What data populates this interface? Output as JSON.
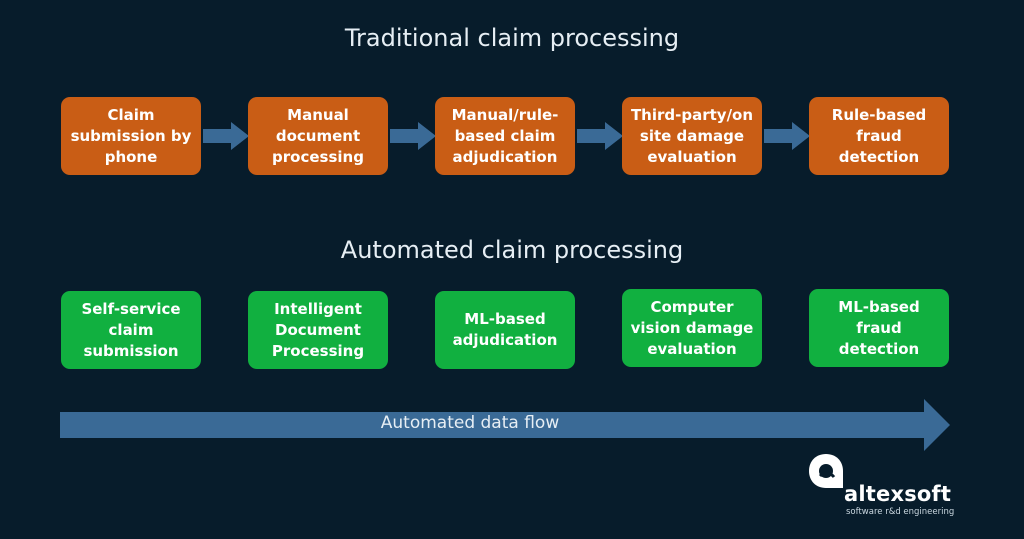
{
  "traditional": {
    "title": "Traditional claim processing",
    "steps": [
      "Claim\nsubmission by\nphone",
      "Manual\ndocument\nprocessing",
      "Manual/rule-\nbased claim\nadjudication",
      "Third-party/on\nsite damage\nevaluation",
      "Rule-based\nfraud detection"
    ]
  },
  "automated": {
    "title": "Automated claim processing",
    "steps": [
      "Self-service\nclaim\nsubmission",
      "Intelligent\nDocument\nProcessing",
      "ML-based\nadjudication",
      "Computer\nvision damage\nevaluation",
      "ML-based\nfraud detection"
    ]
  },
  "flow": {
    "label": "Automated data flow"
  },
  "brand": {
    "name": "altexsoft",
    "tagline": "software r&d engineering"
  },
  "colors": {
    "background": "#071c2b",
    "traditional_box": "#c95d15",
    "automated_box": "#11b040",
    "arrow": "#3a6a96"
  }
}
